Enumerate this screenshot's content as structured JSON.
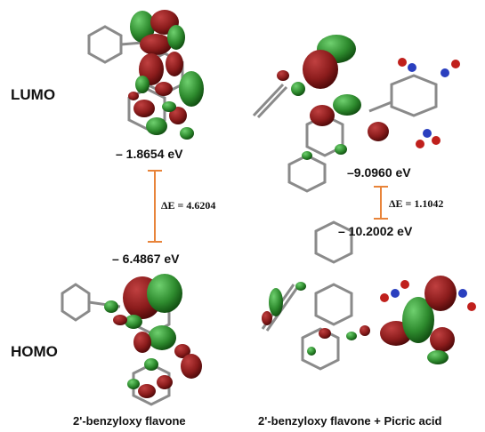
{
  "labels": {
    "lumo": "LUMO",
    "homo": "HOMO"
  },
  "left_panel": {
    "lumo_energy": "– 1.8654 eV",
    "homo_energy": "– 6.4867 eV",
    "gap": "ΔE = 4.6204",
    "caption": "2'-benzyloxy flavone"
  },
  "right_panel": {
    "lumo_energy": "–9.0960 eV",
    "homo_energy": "– 10.2002 eV",
    "gap": "ΔE = 1.1042",
    "caption": "2'-benzyloxy flavone + Picric acid"
  },
  "colors": {
    "lobe_red": "#8b1c1c",
    "lobe_green": "#2e8b2e",
    "gap_bar": "#e8843a",
    "bond_gray": "#8a8a8a",
    "nitrogen": "#2a3fbf",
    "oxygen": "#c0201c"
  }
}
